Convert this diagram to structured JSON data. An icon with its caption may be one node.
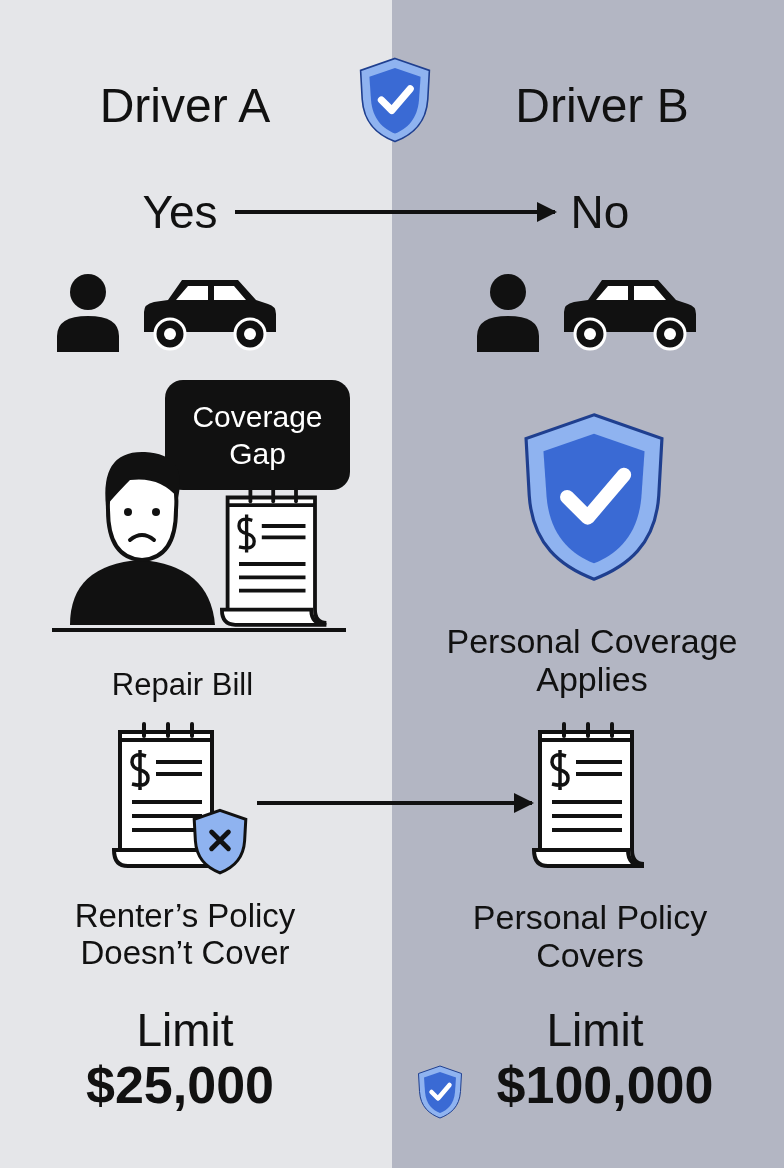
{
  "diagram": {
    "nodes": [
      {
        "text": [
          "Driver A"
        ]
      },
      {
        "text": [
          "Driver B"
        ]
      },
      {
        "text": [
          "Yes"
        ],
        "in": 0
      },
      {
        "text": [
          "No"
        ],
        "in": 1
      },
      {
        "text": [
          "Coverage Gap"
        ],
        "in": 0
      },
      {
        "text": [],
        "shape": "picture",
        "in": 0
      },
      {
        "text": [],
        "shape": "picture",
        "in": 1
      }
    ],
    "edges": [
      {
        "from": 2,
        "to": 3,
        "arrow": "to"
      },
      {
        "from": 5,
        "to": 6,
        "arrow": "to"
      }
    ],
    "labels": [
      "Repair Bill",
      "Personal Coverage Applies",
      "Renter’s Policy Doesn’t Cover",
      "Personal Policy Covers",
      "Limit",
      "$25,000",
      "Limit",
      "$100,000"
    ]
  }
}
